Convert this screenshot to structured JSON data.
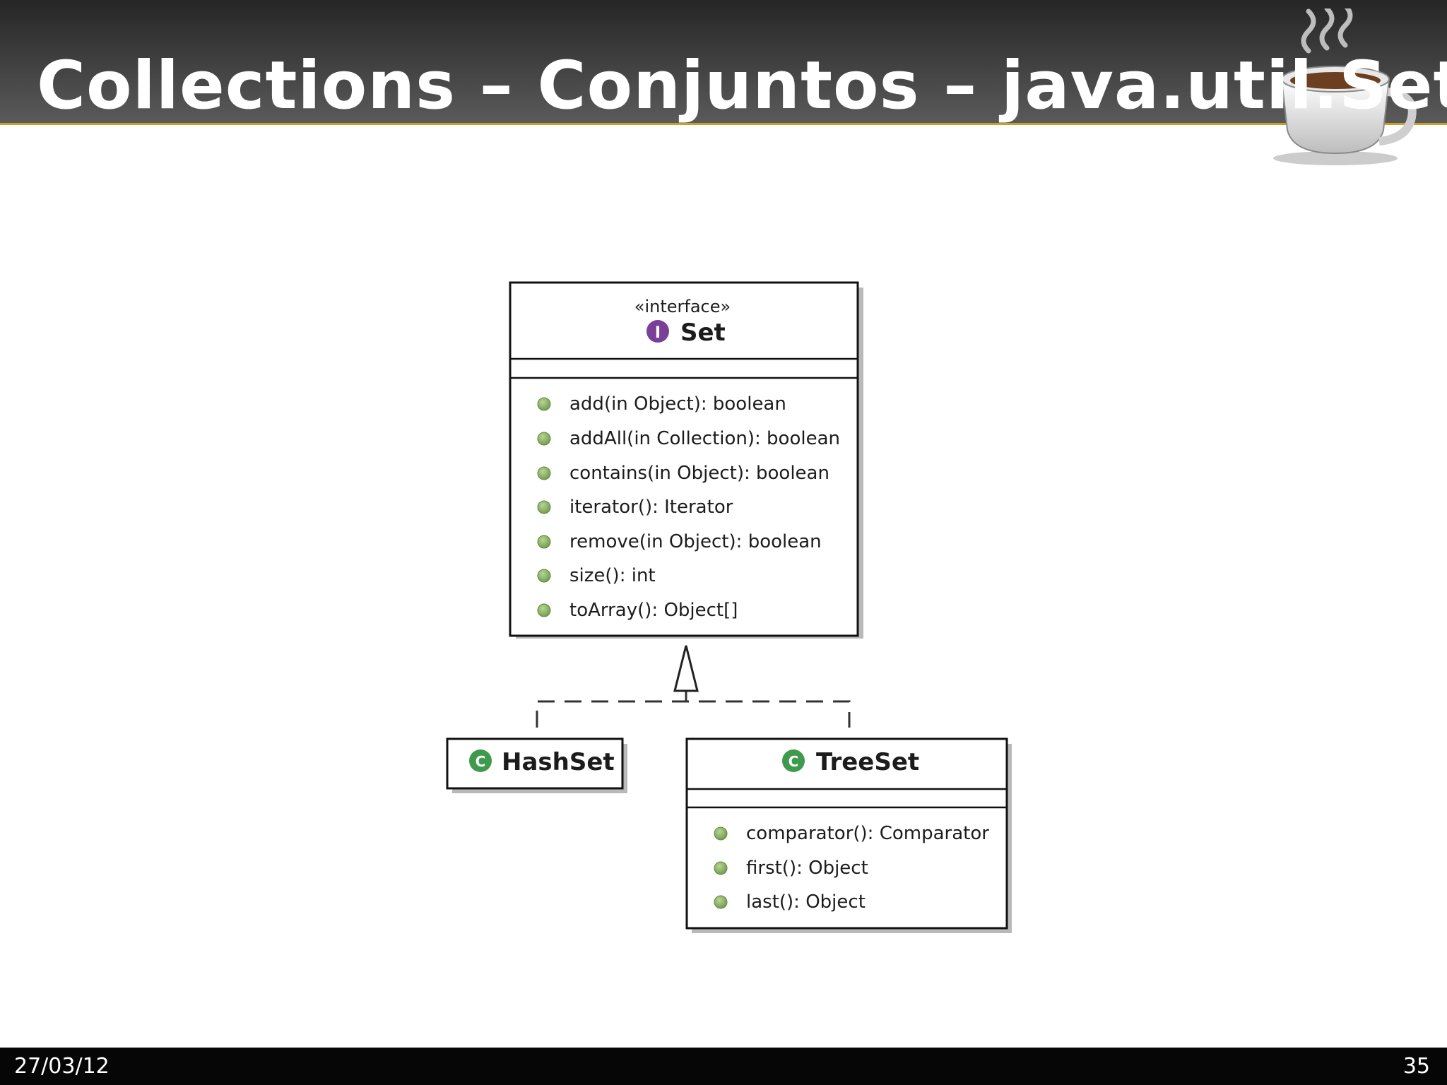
{
  "slide": {
    "title": "Collections – Conjuntos – java.util.Set",
    "date": "27/03/12",
    "page_number": "35",
    "logo_icon": "coffee-cup-icon"
  },
  "diagram": {
    "interface": {
      "stereotype": "«interface»",
      "badge": "I",
      "name": "Set",
      "methods": [
        "add(in Object): boolean",
        "addAll(in Collection): boolean",
        "contains(in Object): boolean",
        "iterator(): Iterator",
        "remove(in Object): boolean",
        "size(): int",
        "toArray(): Object[]"
      ]
    },
    "hashset": {
      "badge": "C",
      "name": "HashSet"
    },
    "treeset": {
      "badge": "C",
      "name": "TreeSet",
      "methods": [
        "comparator(): Comparator",
        "first(): Object",
        "last(): Object"
      ]
    },
    "relationship": "realization",
    "colors": {
      "interface_badge": "#7a3f98",
      "class_badge": "#3e9a4c",
      "method_dot": "#8fb36a"
    }
  }
}
